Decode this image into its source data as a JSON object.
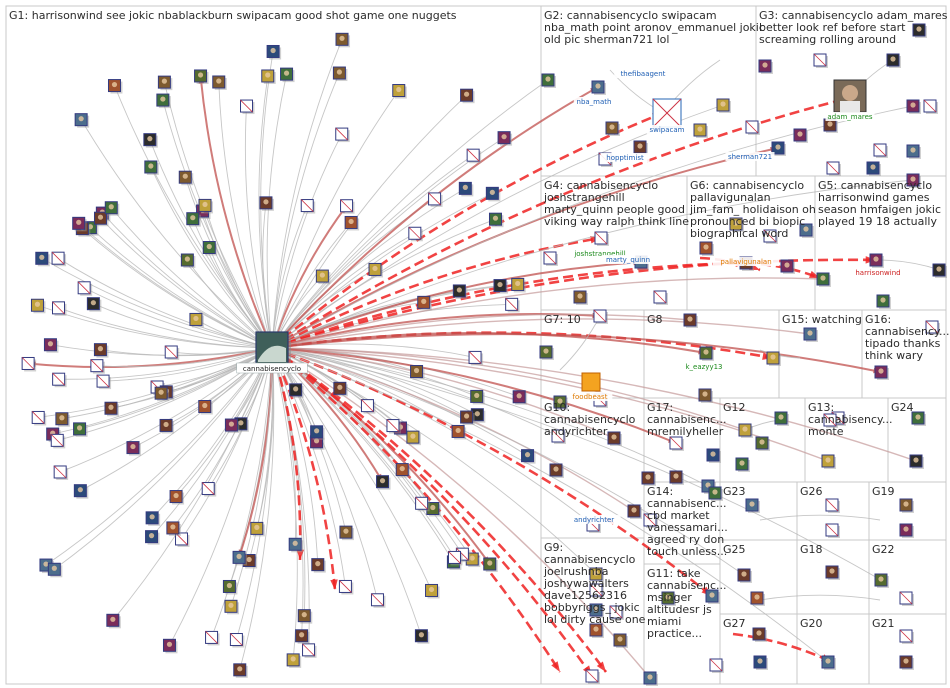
{
  "hub": {
    "id": "cannabisencyclo",
    "label": "cannabisencyclo"
  },
  "colors": {
    "edge": "#b8b8b8",
    "edge_strong": "#c0504d",
    "edge_red": "#ee2222",
    "box": "#c8c8c8",
    "label_blue": "#1f5fb4",
    "label_red": "#cc1f1f",
    "label_green": "#1c8a1c",
    "label_orange": "#e07a00"
  },
  "groups": [
    {
      "id": "G1",
      "lines": [
        "G1: harrisonwind see jokic nbablackburn swipacam good shot game one nuggets"
      ]
    },
    {
      "id": "G2",
      "lines": [
        "G2: cannabisencyclo swipacam",
        "nba_math point aronov_emmanuel jokic",
        "old pic sherman721 lol"
      ]
    },
    {
      "id": "G3",
      "lines": [
        "G3: cannabisencyclo adam_mares",
        "better look ref before start",
        "screaming rolling around"
      ]
    },
    {
      "id": "G4",
      "lines": [
        "G4: cannabisencyclo",
        "joshstrangehill",
        "marty_quinn people good",
        "viking way ralph think line"
      ]
    },
    {
      "id": "G6",
      "lines": [
        "G6: cannabisencyclo",
        "pallavigunalan",
        "jim_fam_ holidaison oh",
        "pronounced bi biopic",
        "biographical word"
      ]
    },
    {
      "id": "G5",
      "lines": [
        "G5: cannabisencyclo",
        "harrisonwind games",
        "season hmfaigen jokic",
        "played 19 18 actually"
      ]
    },
    {
      "id": "G7",
      "lines": [
        "G7: 10"
      ]
    },
    {
      "id": "G8",
      "lines": [
        "G8"
      ]
    },
    {
      "id": "G15",
      "lines": [
        "G15: watching"
      ]
    },
    {
      "id": "G16",
      "lines": [
        "G16:",
        "cannabisency...",
        "tipado thanks",
        "think wary"
      ]
    },
    {
      "id": "G10",
      "lines": [
        "G10:",
        "cannabisencyclo",
        "andyrichter"
      ]
    },
    {
      "id": "G17",
      "lines": [
        "G17:",
        "cannabisenc...",
        "mremilyheller"
      ]
    },
    {
      "id": "G12",
      "lines": [
        "G12"
      ]
    },
    {
      "id": "G13",
      "lines": [
        "G13:",
        "cannabisency...",
        "monte"
      ]
    },
    {
      "id": "G24",
      "lines": [
        "G24"
      ]
    },
    {
      "id": "G14",
      "lines": [
        "G14:",
        "cannabisenc...",
        "cbd market",
        "vanessamari...",
        "agreed ry don",
        "touch unless..."
      ]
    },
    {
      "id": "G23",
      "lines": [
        "G23"
      ]
    },
    {
      "id": "G26",
      "lines": [
        "G26"
      ]
    },
    {
      "id": "G19",
      "lines": [
        "G19"
      ]
    },
    {
      "id": "G25",
      "lines": [
        "G25"
      ]
    },
    {
      "id": "G18",
      "lines": [
        "G18"
      ]
    },
    {
      "id": "G22",
      "lines": [
        "G22"
      ]
    },
    {
      "id": "G9",
      "lines": [
        "G9:",
        "cannabisencyclo",
        "joelrushnba",
        "joshywawalters",
        "dave12562316",
        "bobbyriggs_ jokic",
        "lol dirty cause one"
      ]
    },
    {
      "id": "G11",
      "lines": [
        "G11: take",
        "cannabisenc...",
        "msinger",
        "altitudesr js",
        "miami",
        "practice..."
      ]
    },
    {
      "id": "G27",
      "lines": [
        "G27"
      ]
    },
    {
      "id": "G20",
      "lines": [
        "G20"
      ]
    },
    {
      "id": "G21",
      "lines": [
        "G21"
      ]
    }
  ],
  "labeled_nodes": [
    {
      "id": "nba_math",
      "label": "nba_math",
      "color": "blue"
    },
    {
      "id": "thefibaagent",
      "label": "thefibaagent",
      "color": "blue"
    },
    {
      "id": "swipacam",
      "label": "swipacam",
      "color": "blue"
    },
    {
      "id": "hopptimist",
      "label": "hopptimist",
      "color": "blue"
    },
    {
      "id": "sherman721",
      "label": "sherman721",
      "color": "blue"
    },
    {
      "id": "adam_mares",
      "label": "adam_mares",
      "color": "green"
    },
    {
      "id": "joshstrangehill",
      "label": "joshstrangehill",
      "color": "green"
    },
    {
      "id": "marty_quinn",
      "label": "marty_quinn",
      "color": "blue"
    },
    {
      "id": "pallavigunalan",
      "label": "pallavigunalan",
      "color": "orange"
    },
    {
      "id": "harrisonwind",
      "label": "harrisonwind",
      "color": "red"
    },
    {
      "id": "k_eazyy13",
      "label": "k_eazyy13",
      "color": "green"
    },
    {
      "id": "foodbeast",
      "label": "foodbeast",
      "color": "orange"
    },
    {
      "id": "andyrichter",
      "label": "andyrichter",
      "color": "blue"
    }
  ]
}
